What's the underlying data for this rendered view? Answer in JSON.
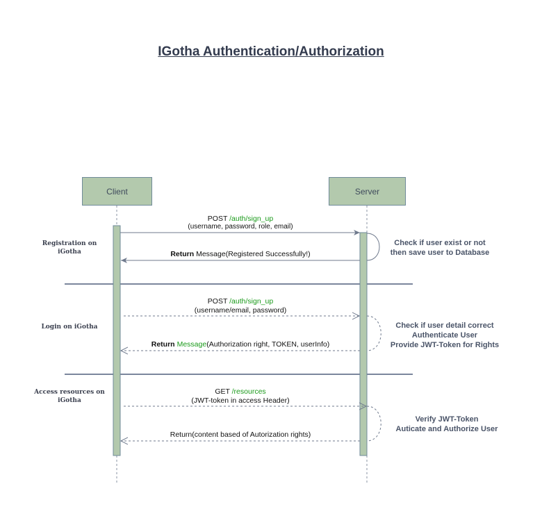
{
  "title": "IGotha Authentication/Authorization",
  "actors": {
    "client": "Client",
    "server": "Server"
  },
  "phases": {
    "registration": [
      "Registration on",
      "iGotha"
    ],
    "login": [
      "Login on iGotha"
    ],
    "access": [
      "Access resources on",
      "iGotha"
    ]
  },
  "messages": {
    "signup_method": "POST",
    "signup_path": "/auth/sign_up",
    "signup_params": "(username, password, role, email)",
    "register_return_keyword": "Return",
    "register_return_text": "Message(Registered Successfully!)",
    "login_method": "POST",
    "login_path": "/auth/sign_up",
    "login_params": "(username/email, password)",
    "login_return_keyword": "Return",
    "login_return_word": "Message",
    "login_return_text": "(Authorization right, TOKEN, userInfo)",
    "get_method": "GET",
    "get_path": "/resources",
    "get_params": "(JWT-token in access Header)",
    "get_return": "Return(content based of Autorization rights)"
  },
  "notes": {
    "registration": [
      "Check if user exist or not",
      "then save user to Database"
    ],
    "login": [
      "Check if user detail correct",
      "Authenticate User",
      "Provide JWT-Token for Rights"
    ],
    "access": [
      "Verify JWT-Token",
      "Auticate and Authorize User"
    ]
  },
  "colors": {
    "actor_fill": "#b3c9ad",
    "actor_stroke": "#6f8a99",
    "lifeline": "#8a93a3",
    "divider": "#7b869c",
    "path_green": "#1a9a1a"
  }
}
